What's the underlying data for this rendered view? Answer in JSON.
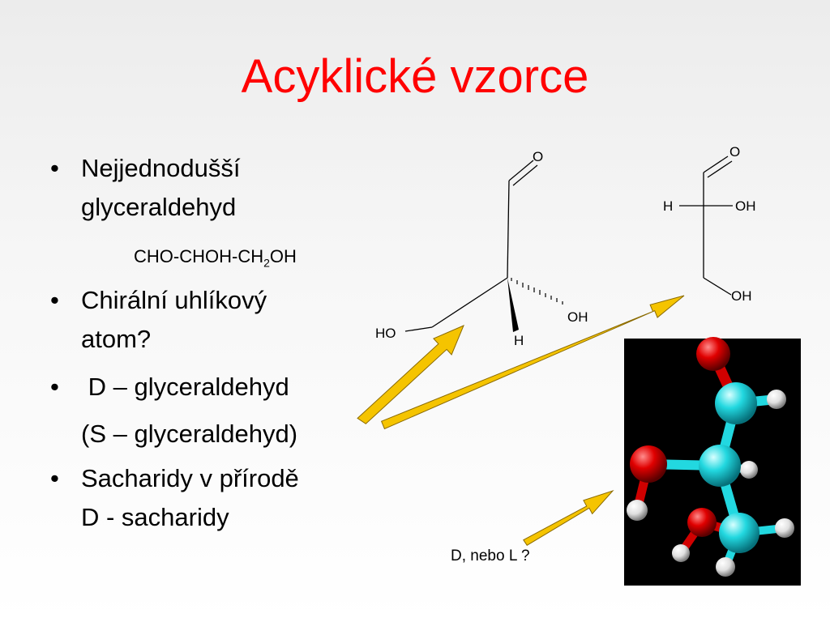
{
  "slide": {
    "title": "Acyklické vzorce",
    "bullets": [
      {
        "marker": "•",
        "lines": [
          "Nejjednodušší",
          "glyceraldehyd"
        ]
      },
      {
        "marker": "•",
        "lines": [
          "Chirální uhlíkový",
          "atom?"
        ]
      },
      {
        "marker": "•",
        "lines": [
          " D – glyceraldehyd"
        ]
      },
      {
        "marker": "",
        "lines": [
          "(S – glyceraldehyd)"
        ]
      },
      {
        "marker": "•",
        "lines": [
          "Sacharidy v přírodě",
          "D - sacharidy"
        ]
      }
    ],
    "formula": {
      "part1": "CHO-CHOH-CH",
      "sub": "2",
      "part2": "OH"
    }
  },
  "wedge_structure": {
    "o": "O",
    "oh": "OH",
    "ho": "HO",
    "h": "H"
  },
  "fischer_structure": {
    "o": "O",
    "h": "H",
    "oh_right": "OH",
    "oh_bottom": "OH"
  },
  "question": "D, nebo L ?",
  "colors": {
    "title": "#ff0000",
    "arrow": "#f5c400",
    "oxygen": "#e00000",
    "carbon": "#22d8e0",
    "hydrogen": "#f2f2f2"
  }
}
